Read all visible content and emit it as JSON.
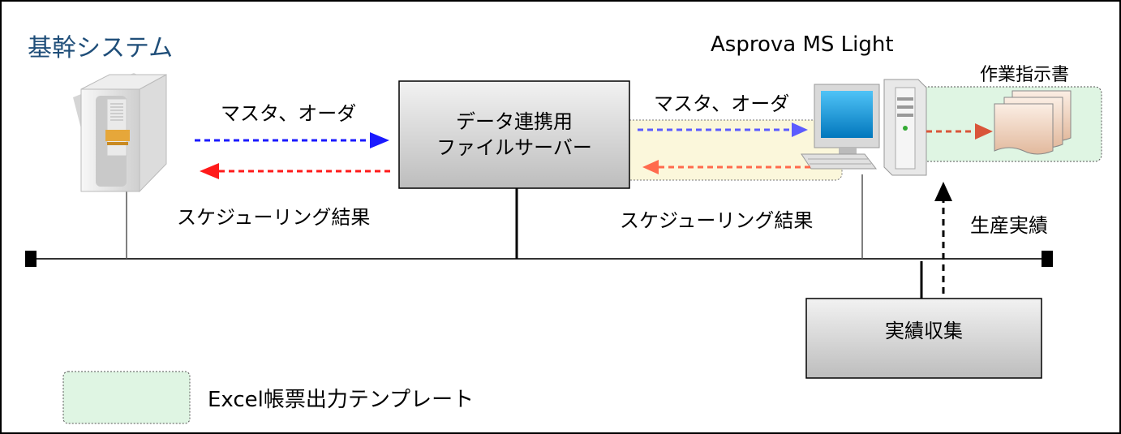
{
  "labels": {
    "core_system": "基幹システム",
    "asprova": "Asprova MS Light",
    "file_server_line1": "データ連携用",
    "file_server_line2": "ファイルサーバー",
    "left_top_arrow": "マスタ、オーダ",
    "left_bottom_arrow": "スケジューリング結果",
    "right_top_arrow": "マスタ、オーダ",
    "right_bottom_arrow": "スケジューリング結果",
    "work_instructions": "作業指示書",
    "production_results": "生産実績",
    "results_collection": "実績収集",
    "legend_text": "Excel帳票出力テンプレート"
  },
  "colors": {
    "blue_arrow": "#1a1aff",
    "red_arrow": "#ff1a1a",
    "light_blue_arrow": "#5c5cff",
    "light_red_arrow": "#ff6a4d",
    "excel_fill": "#dff5e3",
    "yellow_fill": "#fbf7d8",
    "title_blue": "#1f4e79"
  },
  "icons": [
    "server-icon",
    "computer-icon",
    "document-stack-icon"
  ]
}
